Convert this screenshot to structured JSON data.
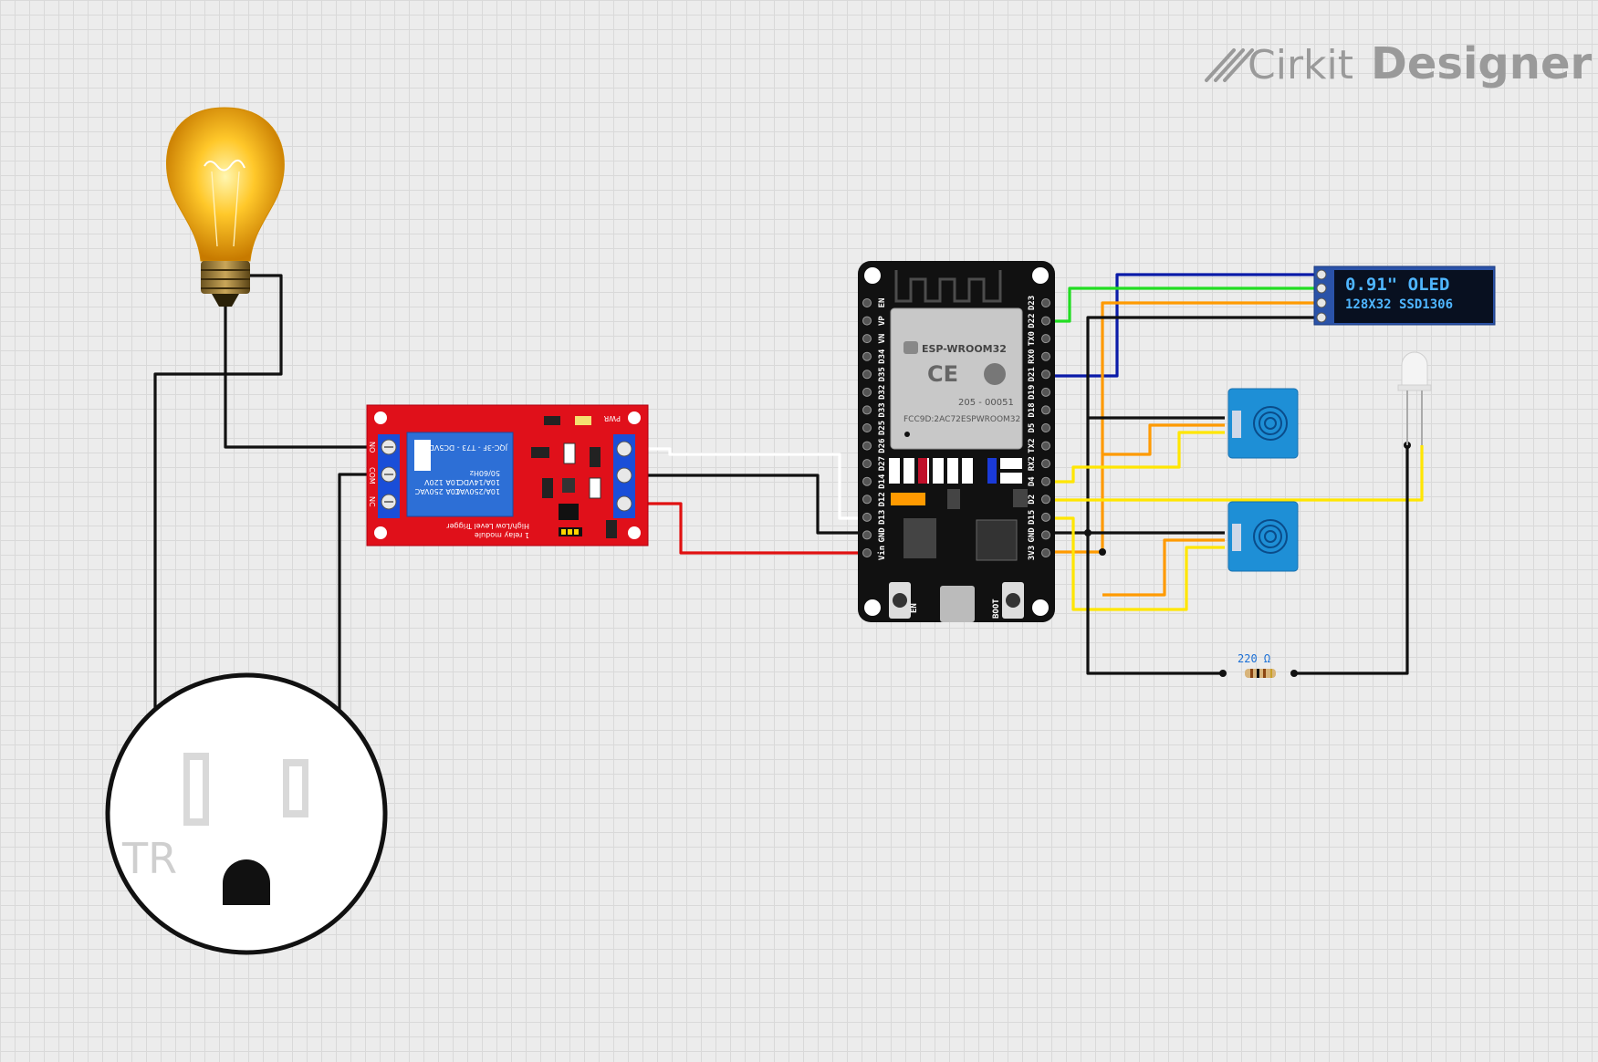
{
  "brand": {
    "name_part1": "Cirkit",
    "name_part2": "Designer"
  },
  "relay": {
    "model": "JQC-3F - T73 - DC5VDC",
    "rating1": "10A 250VAC",
    "rating2": "10A 120V",
    "rating3": "10A/250VAC",
    "rating4": "10A/14VDC",
    "rating5": "50/60Hz",
    "subtitle1": "1 relay module",
    "subtitle2": "High/Low Level Trigger",
    "pwr": "PWR",
    "pin_no": "NO",
    "pin_com": "COM",
    "pin_nc": "NC"
  },
  "esp32": {
    "module": "ESP-WROOM32",
    "ce": "CE",
    "cert": "205 - 00051",
    "fcc": "FCC9D:2AC72ESPWROOM32",
    "btn_en": "EN",
    "btn_boot": "BOOT",
    "left_pins": [
      "EN",
      "VP",
      "VN",
      "D34",
      "D35",
      "D32",
      "D33",
      "D25",
      "D26",
      "D27",
      "D14",
      "D12",
      "D13",
      "GND",
      "Vin"
    ],
    "right_pins": [
      "D23",
      "D22",
      "TX0",
      "RX0",
      "D21",
      "D19",
      "D18",
      "D5",
      "TX2",
      "RX2",
      "D4",
      "D2",
      "D15",
      "GND",
      "3V3"
    ]
  },
  "oled": {
    "line1": "0.91\" OLED",
    "line2": "128X32 SSD1306"
  },
  "resistor": {
    "label": "220 Ω"
  },
  "outlet": {
    "label": "TR"
  },
  "wire_colors": {
    "black": "#111111",
    "white": "#ffffff",
    "red": "#e01010",
    "green": "#22dd22",
    "blue": "#0a1aa8",
    "orange": "#ff9a00",
    "yellow": "#ffe600"
  }
}
